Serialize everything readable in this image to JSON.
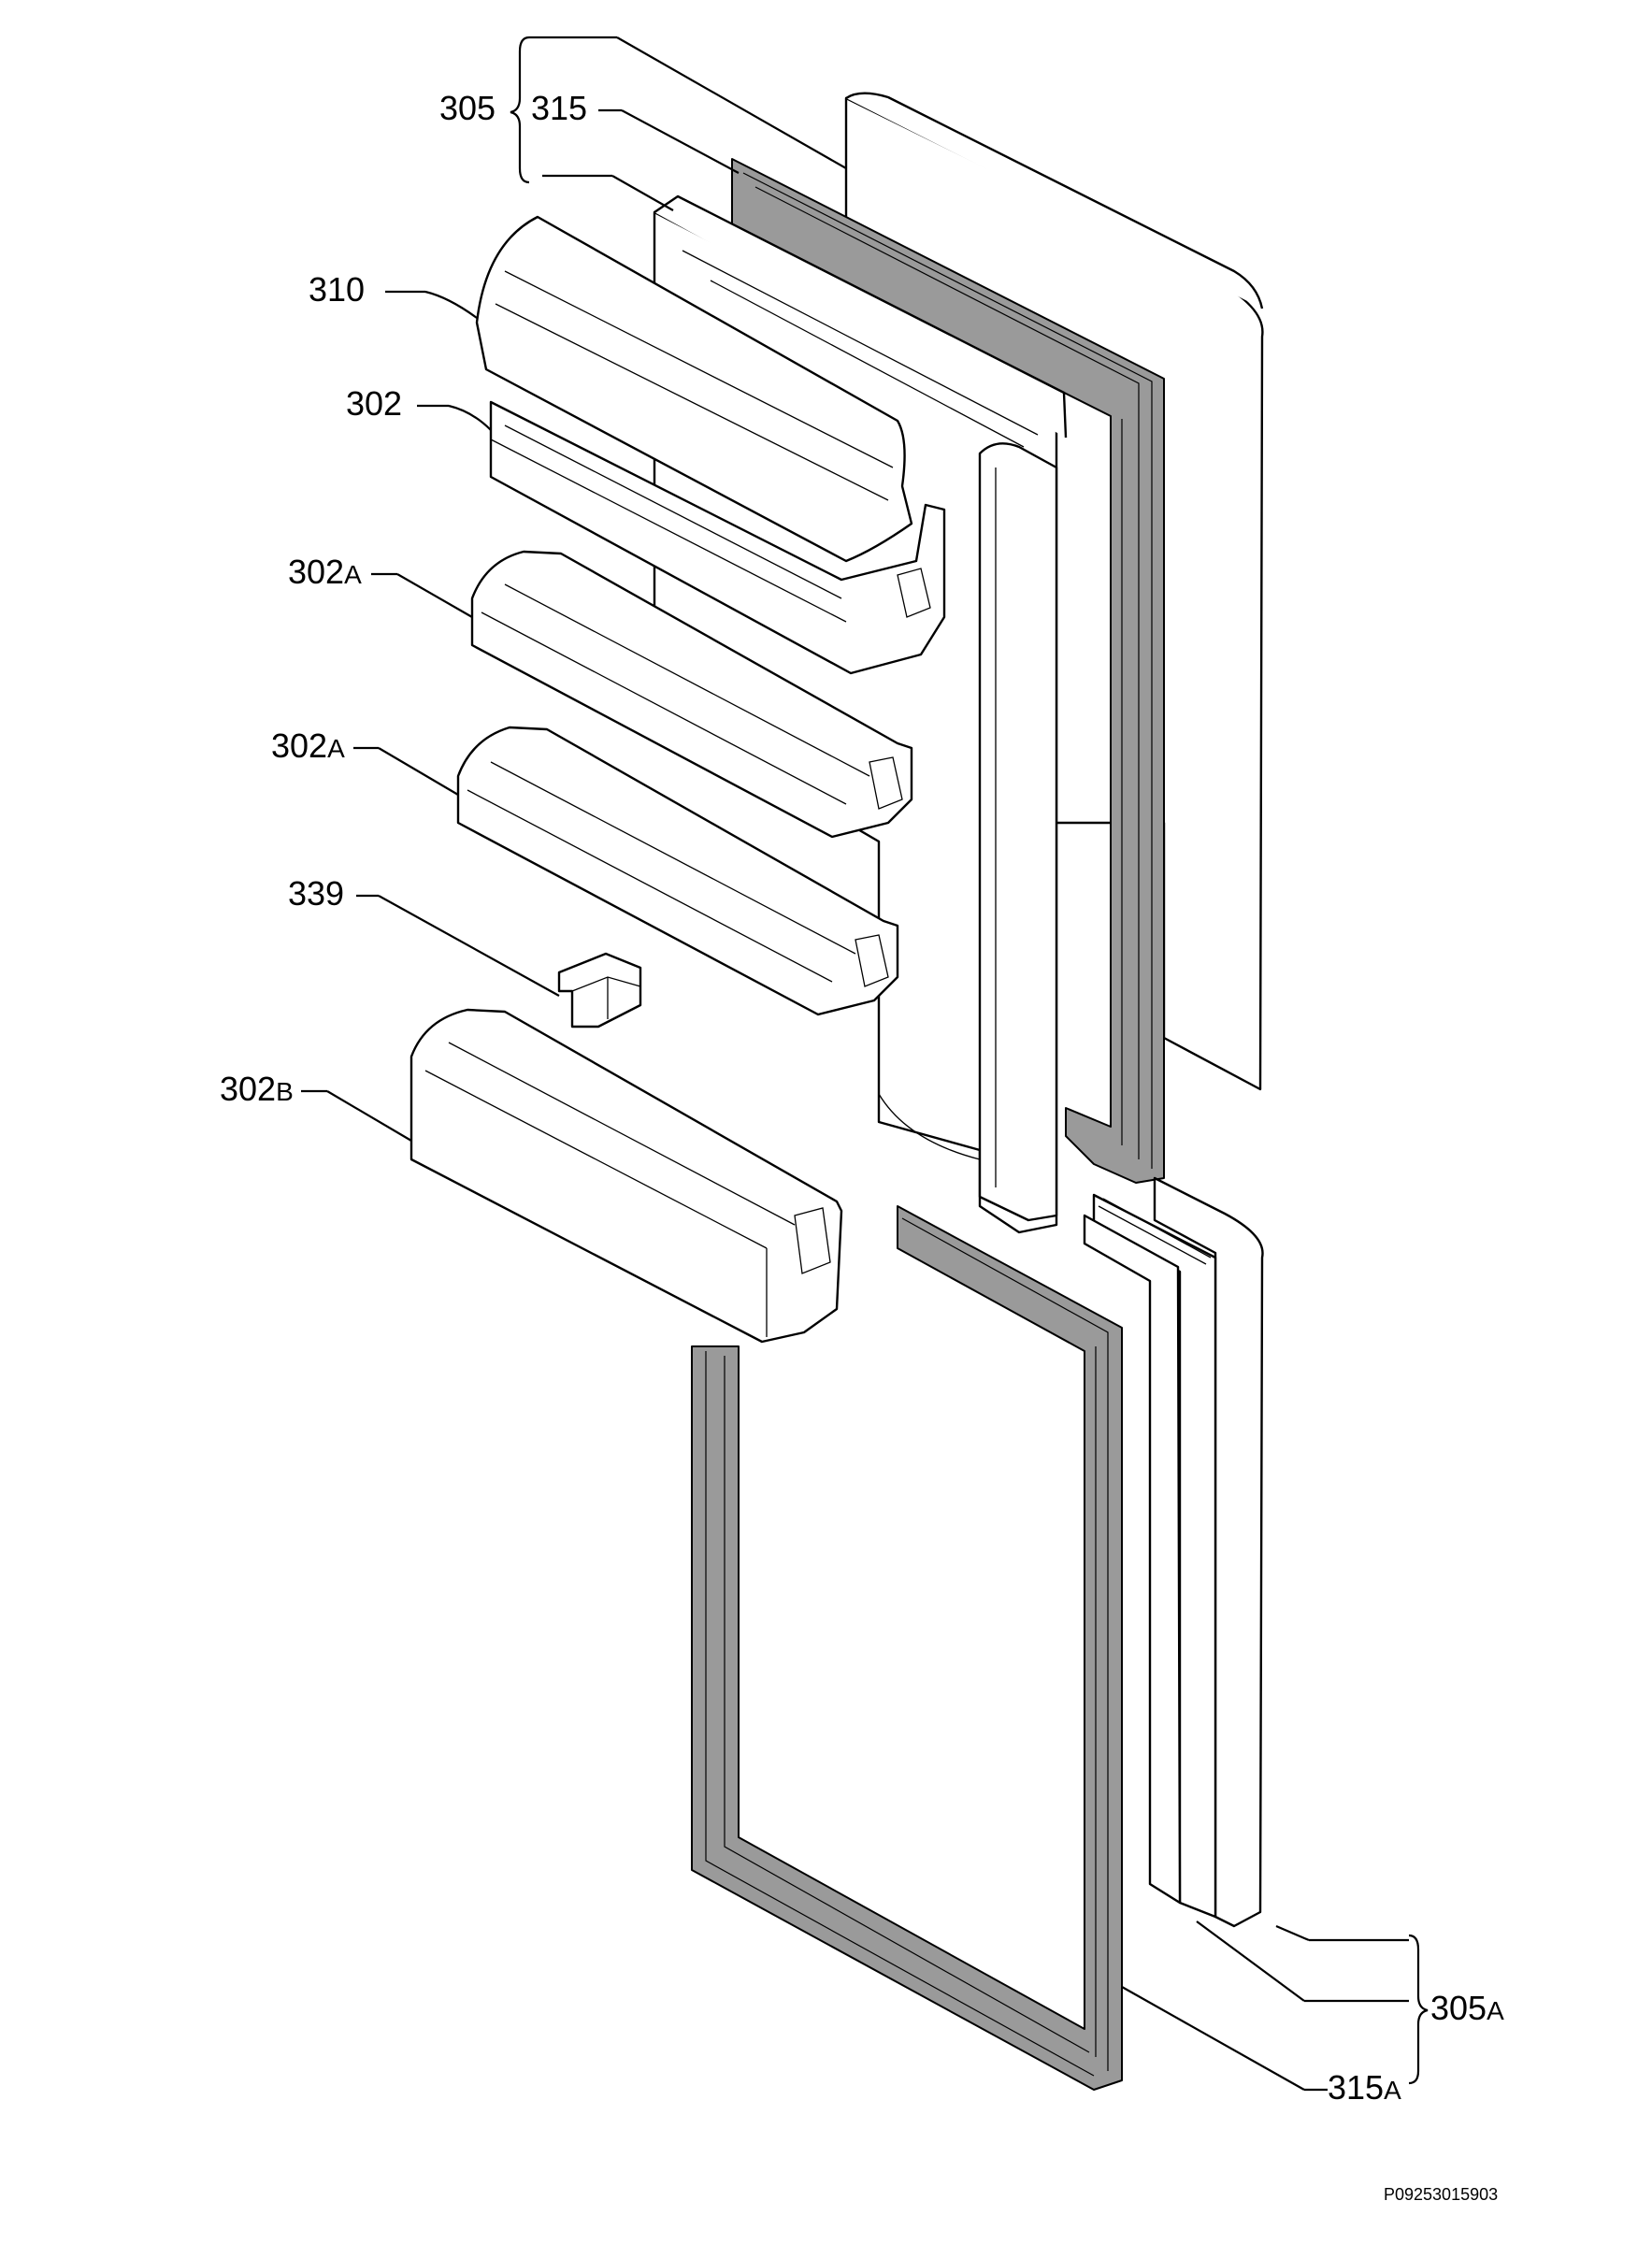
{
  "labels": {
    "l305": "305",
    "l315": "315",
    "l310": "310",
    "l302": "302",
    "l302a_1": "302",
    "l302a_1_sub": "A",
    "l302a_2": "302",
    "l302a_2_sub": "A",
    "l339": "339",
    "l302b": "302",
    "l302b_sub": "B",
    "l305a": "305",
    "l305a_sub": "A",
    "l315a": "315",
    "l315a_sub": "A"
  },
  "drawing_code": "P09253015903",
  "colors": {
    "line": "#000000",
    "gasket": "#9a9a9a",
    "background": "#ffffff"
  }
}
